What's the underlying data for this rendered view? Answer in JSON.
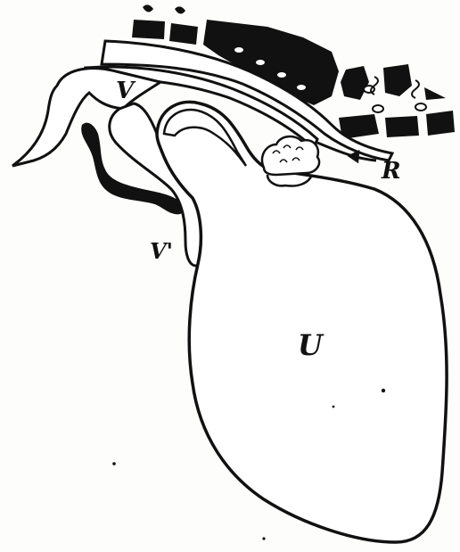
{
  "figure": {
    "labels": {
      "v": "V",
      "v_prime": "V'",
      "r": "R",
      "u": "U"
    }
  },
  "colors": {
    "ink": "#111111",
    "paper": "#fdfdfb"
  }
}
